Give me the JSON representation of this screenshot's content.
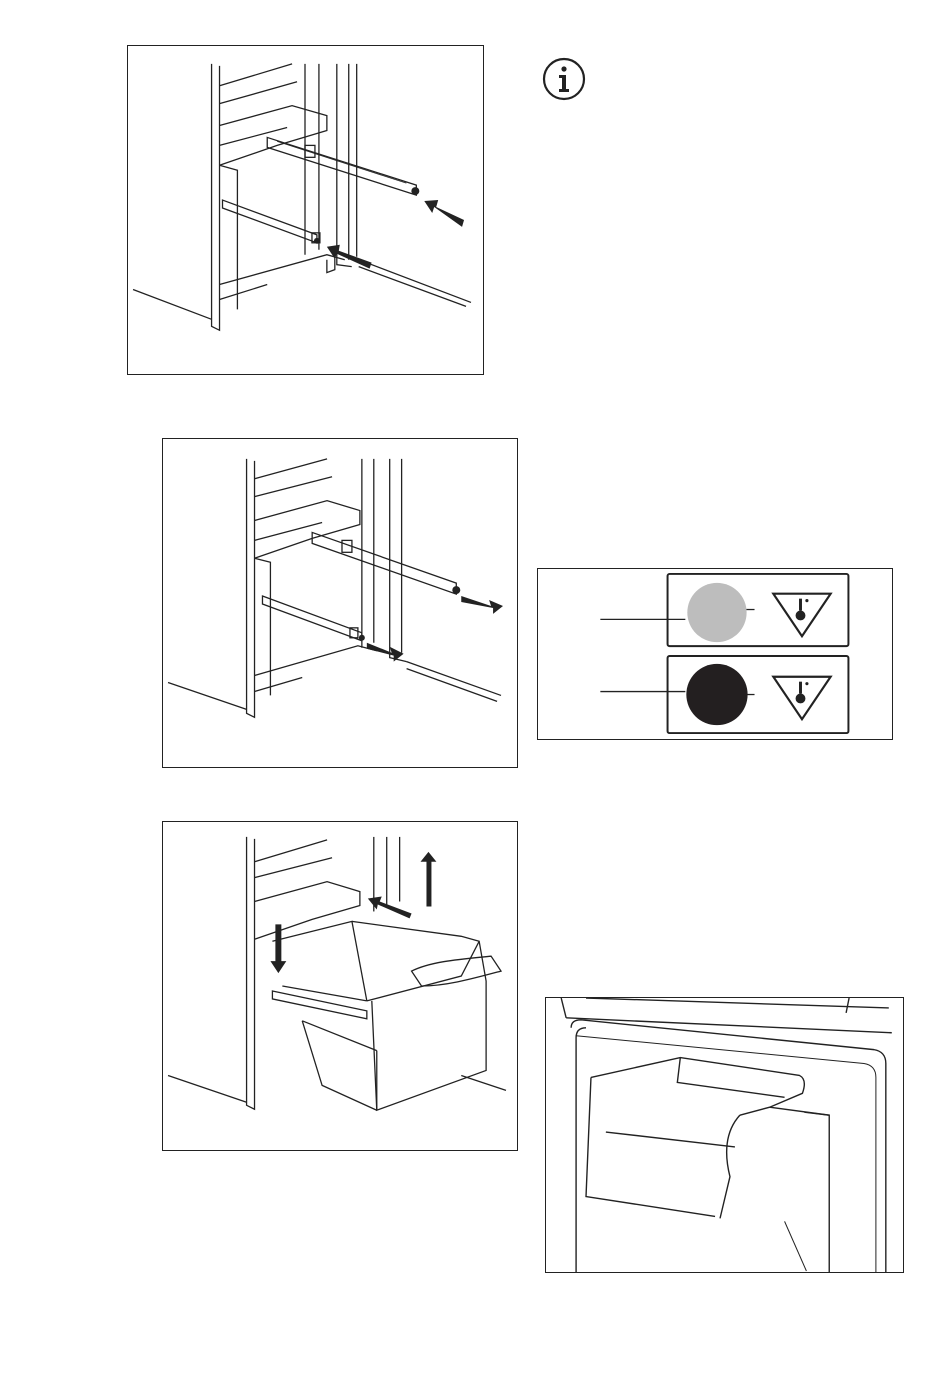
{
  "page": {
    "info_icon": "info-icon",
    "figures": [
      {
        "id": "fig1",
        "icon": "refrigerator-rail-insertion-illustration"
      },
      {
        "id": "fig2",
        "icon": "refrigerator-rail-extension-illustration"
      },
      {
        "id": "fig3",
        "icon": "refrigerator-drawer-installation-illustration"
      },
      {
        "id": "fig4",
        "icon": "indicator-light-panel-illustration"
      },
      {
        "id": "fig5",
        "icon": "refrigerator-compartment-cover-illustration"
      }
    ],
    "indicator_colors": {
      "light_off": "#bdbdbd",
      "light_on": "#231f20"
    }
  }
}
